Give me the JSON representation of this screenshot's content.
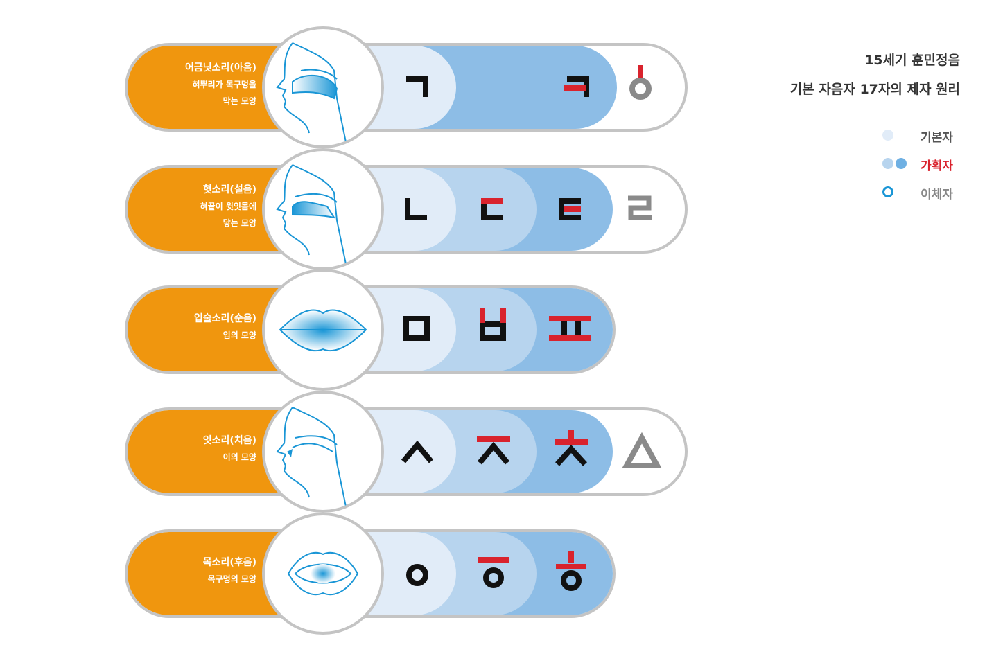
{
  "title": {
    "line1": "15세기 훈민정음",
    "line2": "기본 자음자 17자의 제자 원리"
  },
  "legend": [
    {
      "label": "기본자",
      "color": "#555555",
      "swatch": "light-dot"
    },
    {
      "label": "가획자",
      "color": "#d9232d",
      "swatch": "two-blue-dots"
    },
    {
      "label": "이체자",
      "color": "#888888",
      "swatch": "blue-ring"
    }
  ],
  "colors": {
    "orange": "#f0960e",
    "base_fill": "#e1ecf8",
    "stroke1_fill": "#b7d4ee",
    "stroke2_fill": "#8dbde6",
    "added_stroke": "#d9232d",
    "irregular": "#8a8a8a",
    "outline": "#1a96d6"
  },
  "rows": [
    {
      "label": "어금닛소리(아음)",
      "desc": [
        "혀뿌리가 목구멍을",
        "막는 모양"
      ],
      "organ_icon": "tongue-root-profile-icon",
      "basic": [
        "ㄱ"
      ],
      "added": [
        "ㅋ"
      ],
      "irregular": [
        "ㆁ"
      ]
    },
    {
      "label": "혓소리(설음)",
      "desc": [
        "혀끝이 윗잇몸에",
        "닿는 모양"
      ],
      "organ_icon": "tongue-tip-profile-icon",
      "basic": [
        "ㄴ"
      ],
      "added": [
        "ㄷ",
        "ㅌ"
      ],
      "irregular": [
        "ㄹ"
      ]
    },
    {
      "label": "입술소리(순음)",
      "desc": [
        "입의 모양"
      ],
      "organ_icon": "lips-icon",
      "basic": [
        "ㅁ"
      ],
      "added": [
        "ㅂ",
        "ㅍ"
      ],
      "irregular": []
    },
    {
      "label": "잇소리(치음)",
      "desc": [
        "이의 모양"
      ],
      "organ_icon": "teeth-profile-icon",
      "basic": [
        "ㅅ"
      ],
      "added": [
        "ㅈ",
        "ㅊ"
      ],
      "irregular": [
        "ㅿ"
      ]
    },
    {
      "label": "목소리(후음)",
      "desc": [
        "목구멍의 모양"
      ],
      "organ_icon": "throat-open-mouth-icon",
      "basic": [
        "ㅇ"
      ],
      "added": [
        "ㆆ",
        "ㅎ"
      ],
      "irregular": []
    }
  ]
}
